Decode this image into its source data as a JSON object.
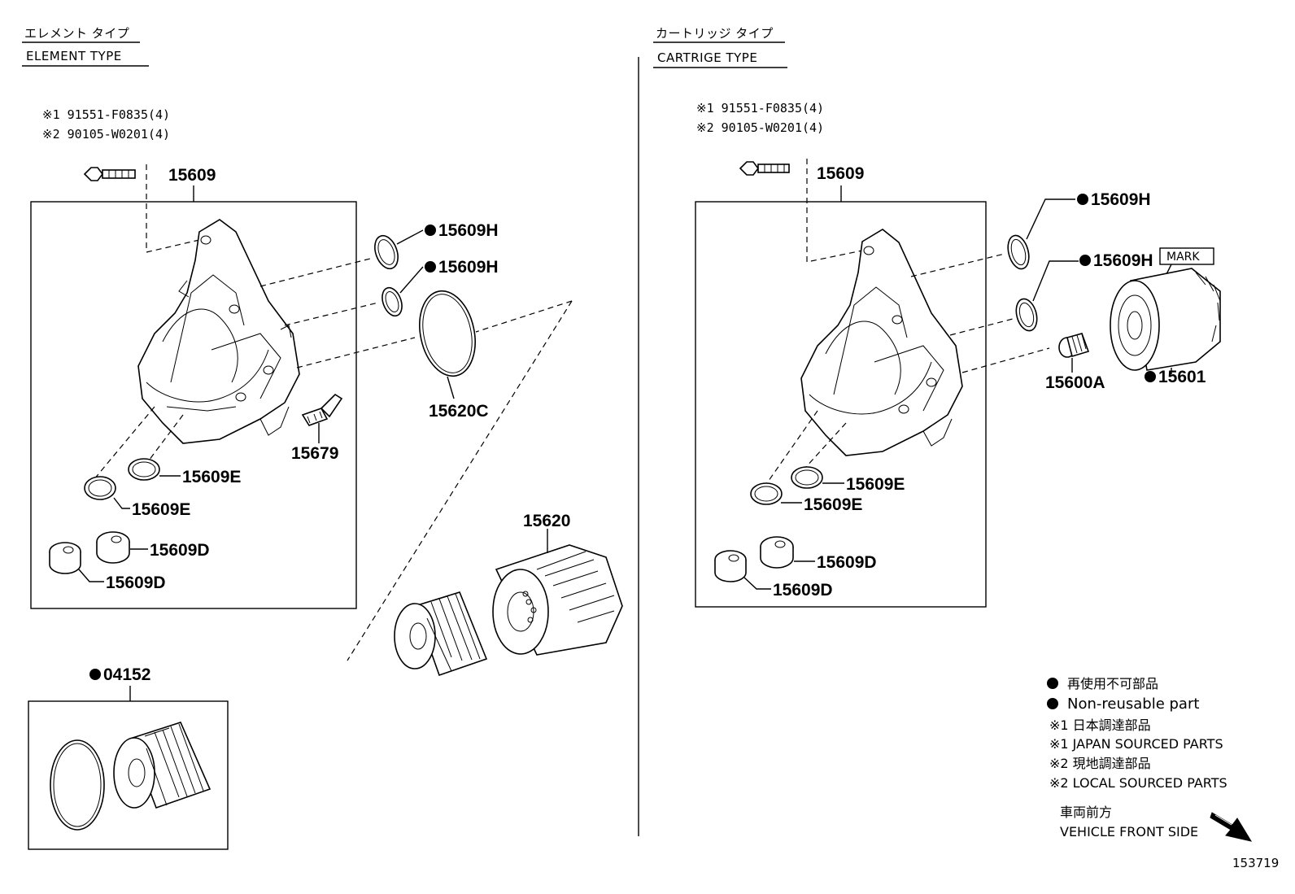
{
  "left": {
    "heading_jp": "エレメント タイプ",
    "heading_en": "ELEMENT TYPE",
    "ref1": "※1 91551-F0835(4)",
    "ref2": "※2 90105-W0201(4)",
    "parts": {
      "housing": "15609",
      "gasket_h1": "15609H",
      "gasket_h2": "15609H",
      "oring_c": "15620C",
      "sensor": "15679",
      "gasket_e1": "15609E",
      "gasket_e2": "15609E",
      "plug_d1": "15609D",
      "plug_d2": "15609D",
      "cap": "15620",
      "element": "04152"
    }
  },
  "right": {
    "heading_jp": "カートリッジ タイプ",
    "heading_en": "CARTRIGE TYPE",
    "ref1": "※1 91551-F0835(4)",
    "ref2": "※2 90105-W0201(4)",
    "mark_label": "MARK",
    "parts": {
      "housing": "15609",
      "gasket_h1": "15609H",
      "gasket_h2": "15609H",
      "union": "15600A",
      "filter": "15601",
      "gasket_e1": "15609E",
      "gasket_e2": "15609E",
      "plug_d1": "15609D",
      "plug_d2": "15609D"
    }
  },
  "legend": {
    "nonreusable_jp": "再使用不可部品",
    "nonreusable_en": "Non-reusable part",
    "japan_jp": "※1 日本調達部品",
    "japan_en": "※1 JAPAN SOURCED PARTS",
    "local_jp": "※2 現地調達部品",
    "local_en": "※2 LOCAL SOURCED PARTS",
    "front_jp": "車両前方",
    "front_en": "VEHICLE FRONT SIDE"
  },
  "illustration_number": "153719"
}
